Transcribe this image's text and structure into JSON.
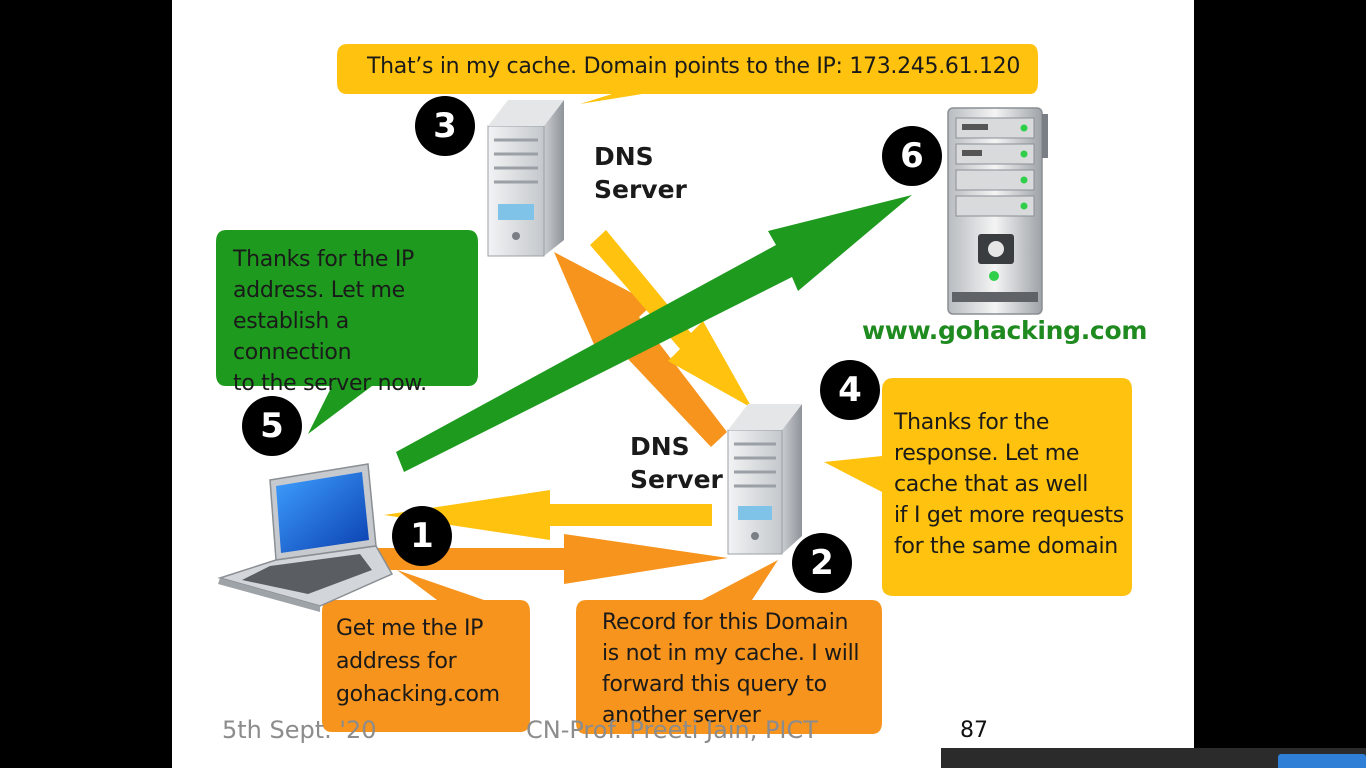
{
  "bubbles": {
    "step3": "That’s in my cache. Domain points to the IP: 173.245.61.120",
    "step5": "Thanks for the IP\naddress. Let me\nestablish a connection\nto the server now.",
    "step4": "Thanks for the\nresponse. Let me\ncache that as well\nif I get more requests\nfor the same domain",
    "step1": "Get me the IP\naddress for\ngohacking.com",
    "step2": "Record for this Domain\nis not in my cache. I will\nforward this query to\nanother server"
  },
  "labels": {
    "dns_top": "DNS\nServer",
    "dns_local": "DNS\nServer",
    "website": "www.gohacking.com"
  },
  "steps": [
    "1",
    "2",
    "3",
    "4",
    "5",
    "6"
  ],
  "footer": {
    "date": "5th Sept. '20",
    "author": "CN-Prof. Preeti Jain, PICT",
    "page": "87"
  },
  "colors": {
    "green": "#1e9a1e",
    "yellow": "#ffc20e",
    "orange": "#f7941d"
  }
}
